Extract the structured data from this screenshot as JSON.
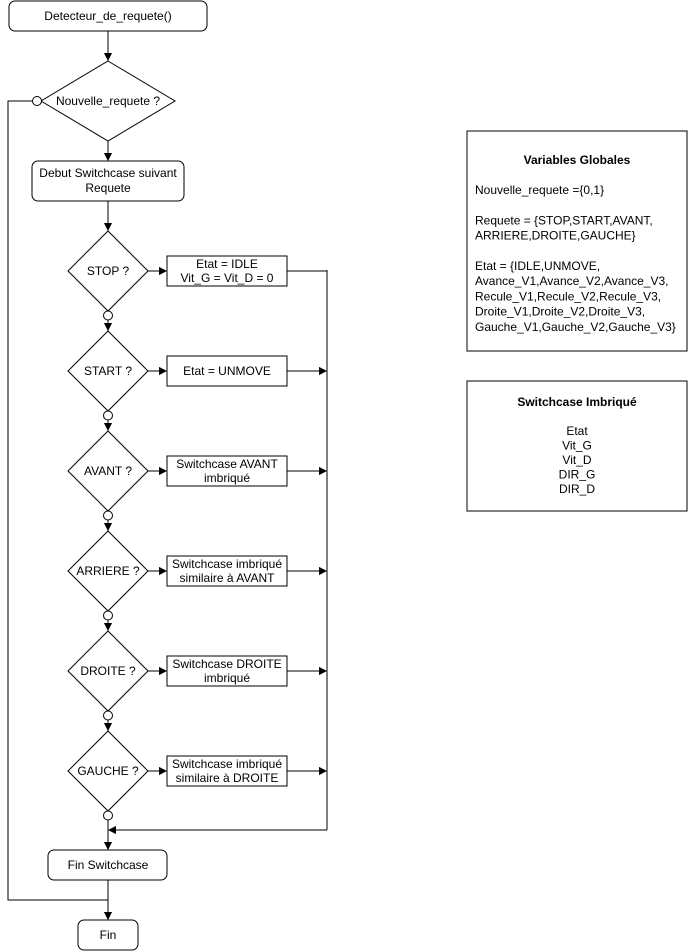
{
  "diagram": {
    "start_label": "Detecteur_de_requete()",
    "check_request_label": "Nouvelle_requete ?",
    "switch_begin_label": [
      "Debut Switchcase suivant",
      "Requete"
    ],
    "switch_end_label": "Fin Switchcase",
    "end_label": "Fin",
    "cases": [
      {
        "condition": "STOP ?",
        "action": [
          "Etat = IDLE",
          "Vit_G = Vit_D = 0"
        ]
      },
      {
        "condition": "START ?",
        "action": [
          "Etat = UNMOVE"
        ]
      },
      {
        "condition": "AVANT ?",
        "action": [
          "Switchcase AVANT",
          "imbriqué"
        ]
      },
      {
        "condition": "ARRIERE ?",
        "action": [
          "Switchcase imbriqué",
          "similaire à AVANT"
        ]
      },
      {
        "condition": "DROITE ?",
        "action": [
          "Switchcase DROITE",
          "imbriqué"
        ]
      },
      {
        "condition": "GAUCHE ?",
        "action": [
          "Switchcase imbriqué",
          "similaire à DROITE"
        ]
      }
    ]
  },
  "globals_box": {
    "title": "Variables Globales",
    "lines": [
      "Nouvelle_requete ={0,1}",
      "",
      "Requete = {STOP,START,AVANT,",
      "ARRIERE,DROITE,GAUCHE}",
      "",
      "Etat = {IDLE,UNMOVE,",
      "Avance_V1,Avance_V2,Avance_V3,",
      "Recule_V1,Recule_V2,Recule_V3,",
      "Droite_V1,Droite_V2,Droite_V3,",
      "Gauche_V1,Gauche_V2,Gauche_V3}"
    ]
  },
  "nested_box": {
    "title": "Switchcase Imbriqué",
    "lines": [
      "Etat",
      "Vit_G",
      "Vit_D",
      "DIR_G",
      "DIR_D"
    ]
  }
}
